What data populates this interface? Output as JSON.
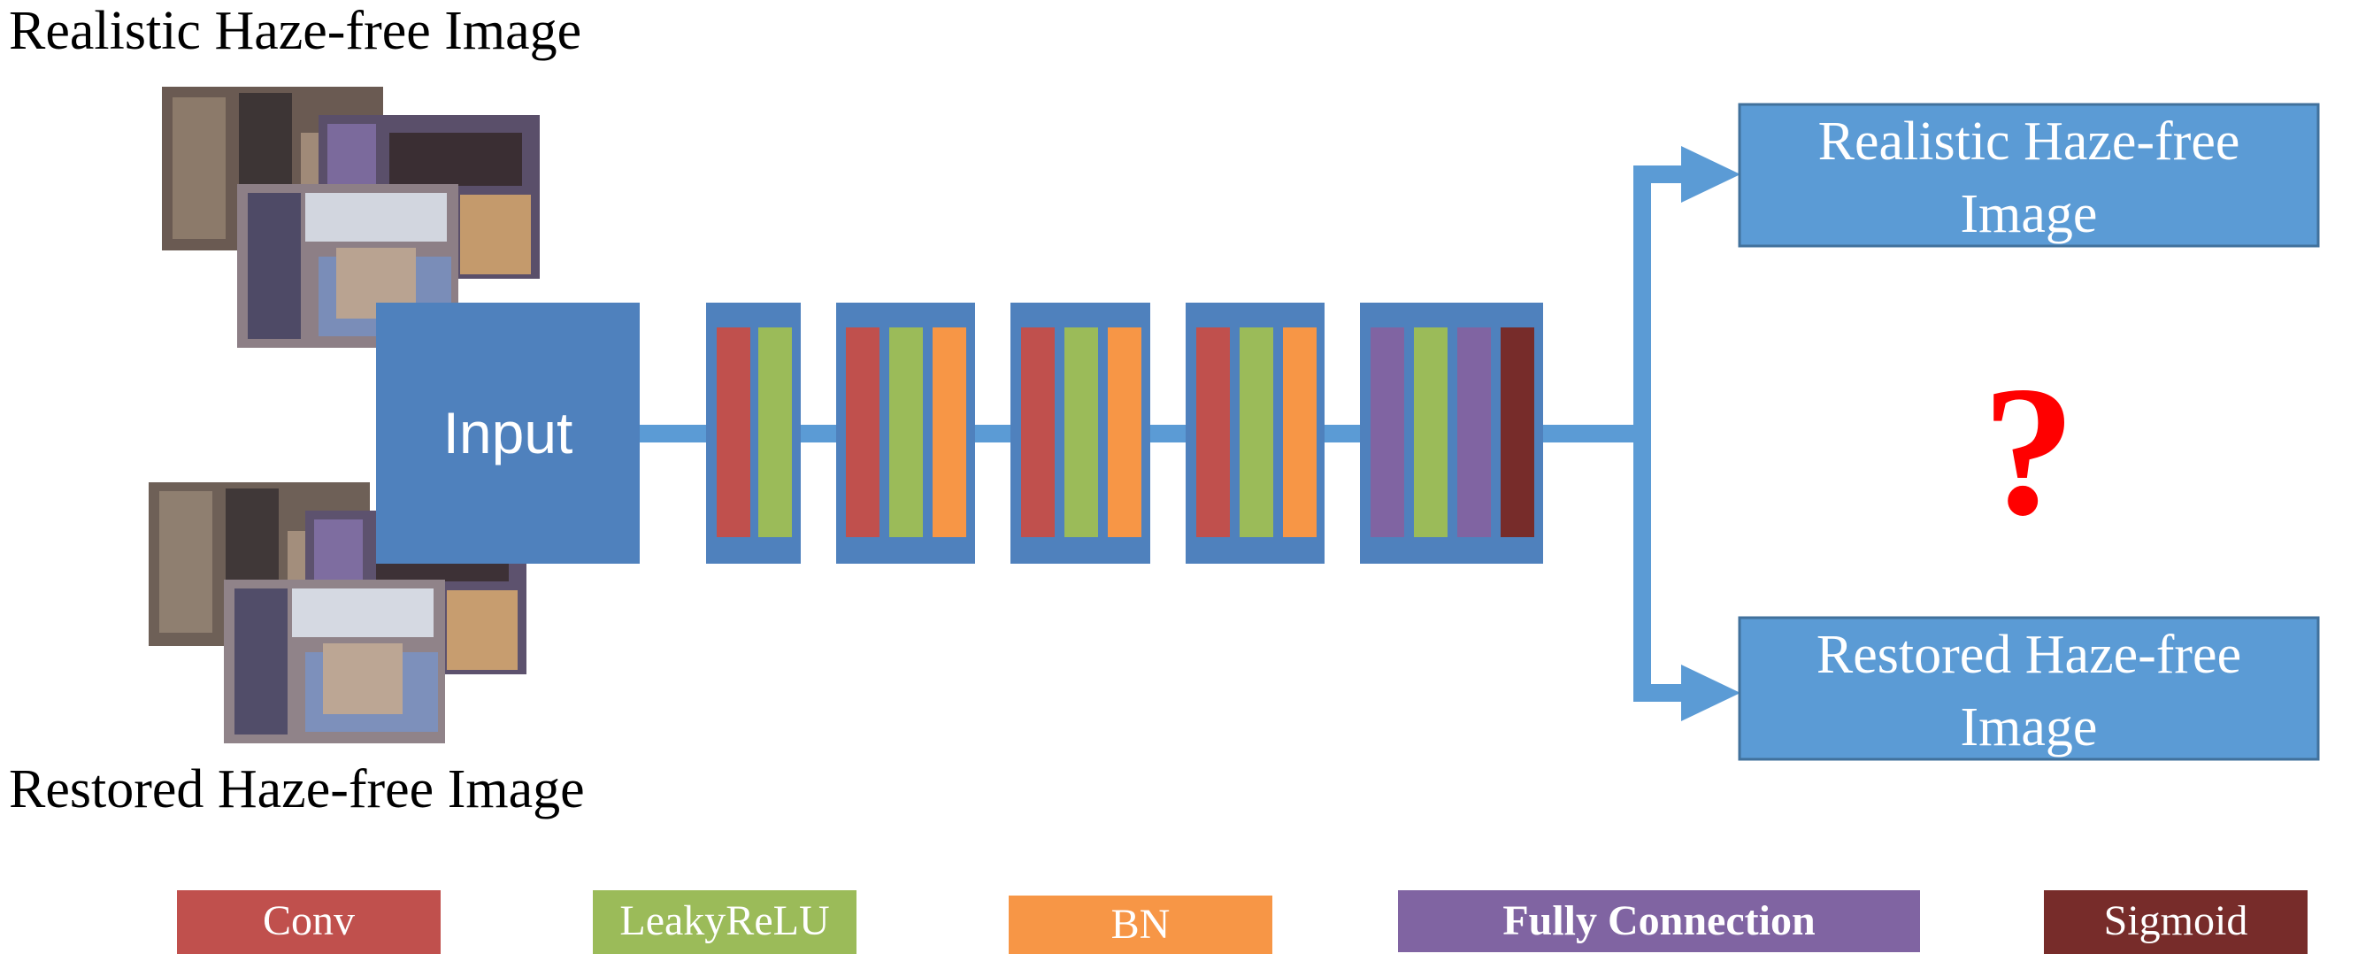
{
  "captions": {
    "top_left": "Realistic Haze-free Image",
    "bottom_left": "Restored Haze-free Image"
  },
  "input_label": "Input",
  "outputs": [
    {
      "line1": "Realistic Haze-free",
      "line2": "Image"
    },
    {
      "line1": "Restored Haze-free",
      "line2": "Image"
    }
  ],
  "question_mark": "?",
  "legend": [
    {
      "label": "Conv",
      "color": "#C0504D"
    },
    {
      "label": "LeakyReLU",
      "color": "#9BBB59"
    },
    {
      "label": "BN",
      "color": "#F79646"
    },
    {
      "label": "Fully Connection",
      "color": "#8064A2"
    },
    {
      "label": "Sigmoid",
      "color": "#772C2A"
    }
  ],
  "colors": {
    "input_box": "#4F81BD",
    "block_frame": "#4F81BD",
    "connector": "#5B9BD5",
    "output_box": "#5B9BD5",
    "output_border": "#41719C",
    "question": "#FF0000"
  },
  "blocks": [
    {
      "layers": [
        "Conv",
        "LeakyReLU"
      ]
    },
    {
      "layers": [
        "Conv",
        "LeakyReLU",
        "BN"
      ]
    },
    {
      "layers": [
        "Conv",
        "LeakyReLU",
        "BN"
      ]
    },
    {
      "layers": [
        "Conv",
        "LeakyReLU",
        "BN"
      ]
    },
    {
      "layers": [
        "Fully Connection",
        "LeakyReLU",
        "Fully Connection",
        "Sigmoid"
      ]
    }
  ]
}
